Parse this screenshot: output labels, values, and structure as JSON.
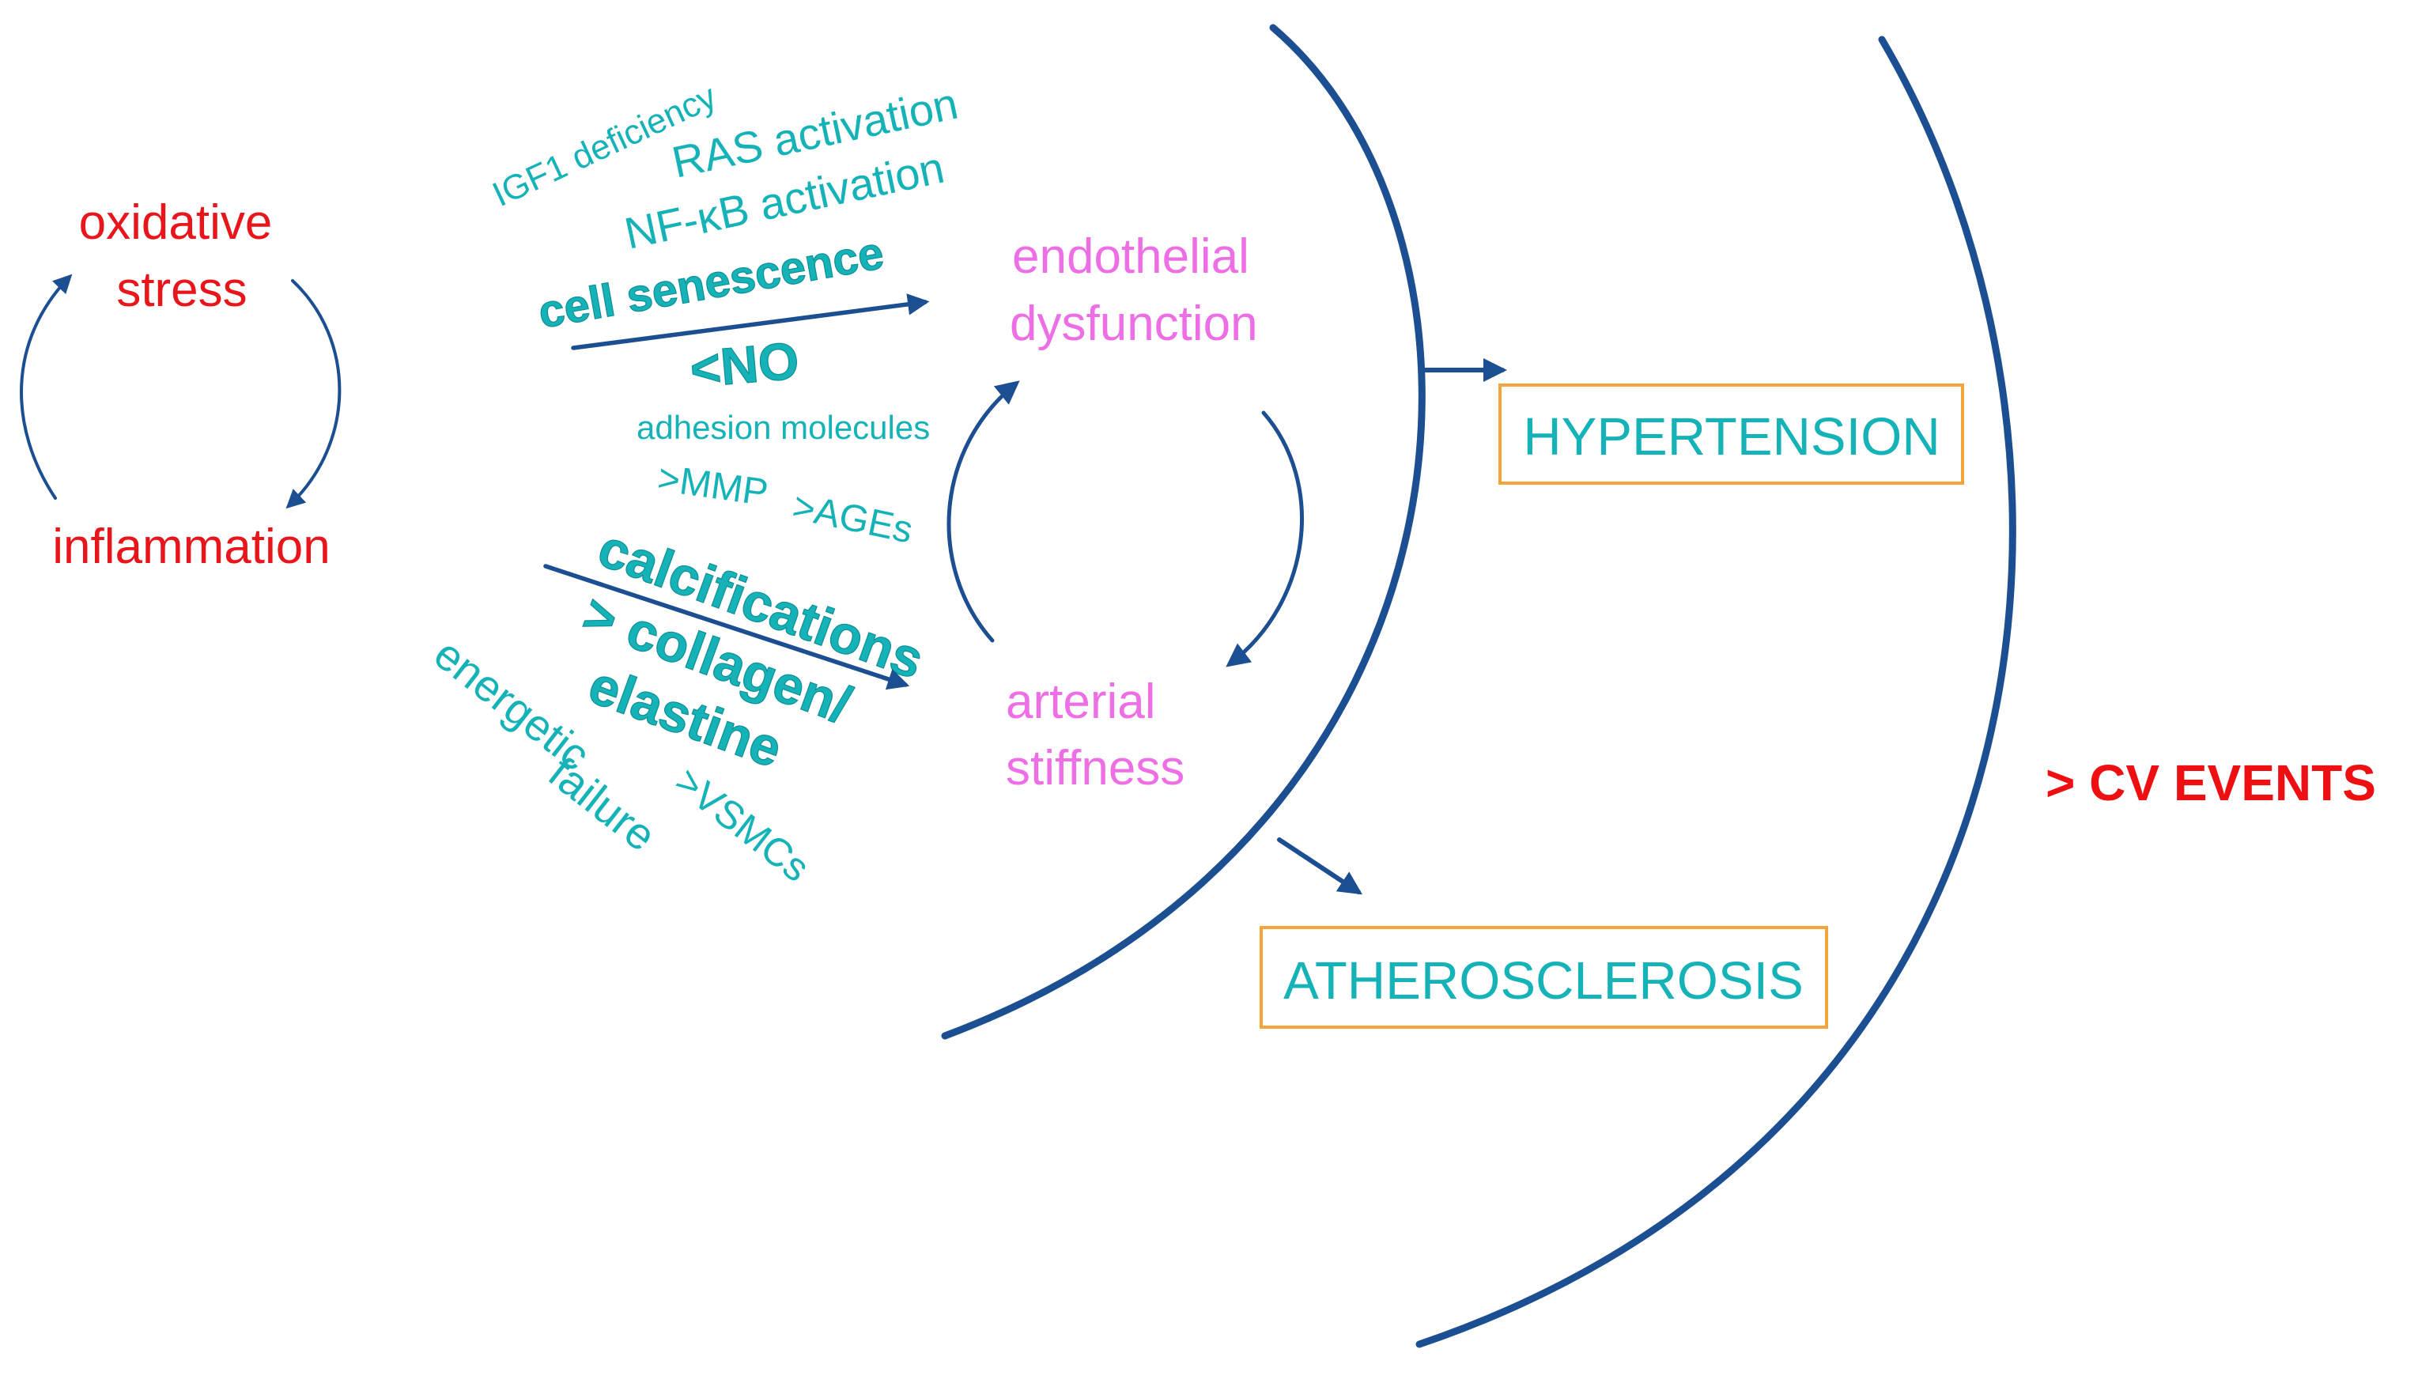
{
  "colors": {
    "blue": "#1b4f91",
    "red": "#e8151b",
    "pink": "#ee6ee6",
    "teal": "#15b3b8",
    "box_border": "#f4a43c"
  },
  "cycle_left": {
    "top": [
      "oxidative",
      "stress"
    ],
    "bottom": "inflammation"
  },
  "upper_mechanisms": {
    "igf1": "IGF1 deficiency",
    "ras": "RAS activation",
    "nfkb": "NF-κB activation",
    "senescence": "cell senescence",
    "no": "<NO",
    "adhesion": "adhesion molecules",
    "mmp": ">MMP",
    "ages": ">AGEs"
  },
  "lower_mechanisms": {
    "calcifications": "calcifications",
    "collagen": "> collagen/",
    "elastine": "elastine",
    "energetic": [
      "energetic",
      "failure"
    ],
    "vsmcs": ">VSMCs"
  },
  "cycle_inner": {
    "top": [
      "endothelial",
      "dysfunction"
    ],
    "bottom": [
      "arterial",
      "stiffness"
    ]
  },
  "outcomes": {
    "hypertension": "HYPERTENSION",
    "atherosclerosis": "ATHEROSCLEROSIS",
    "cv_events": "> CV EVENTS"
  }
}
